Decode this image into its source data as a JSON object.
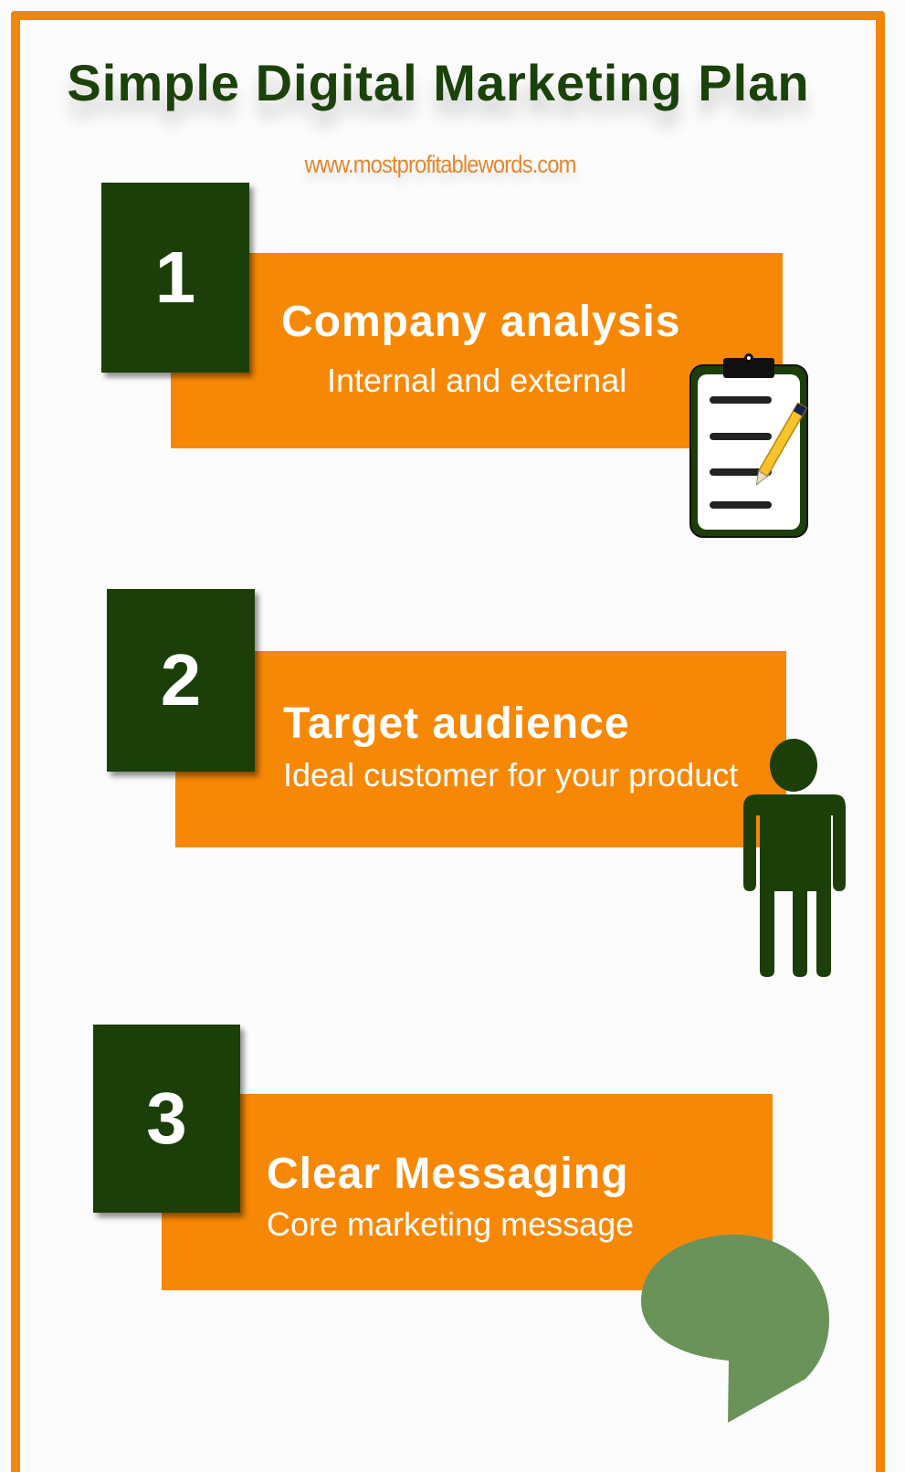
{
  "header": {
    "title": "Simple Digital Marketing Plan",
    "website": "www.mostprofitablewords.com"
  },
  "colors": {
    "border": "#f5850a",
    "band": "#f78806",
    "dark_green": "#1c3f09",
    "bubble_green": "#6a935a",
    "url": "#e7852c"
  },
  "steps": [
    {
      "number": "1",
      "heading": "Company analysis",
      "subtitle": "Internal and external",
      "icon": "clipboard-icon"
    },
    {
      "number": "2",
      "heading": "Target audience",
      "subtitle": "Ideal customer for your product",
      "icon": "person-icon"
    },
    {
      "number": "3",
      "heading": "Clear Messaging",
      "subtitle": "Core marketing message",
      "icon": "speech-bubble-icon"
    }
  ]
}
